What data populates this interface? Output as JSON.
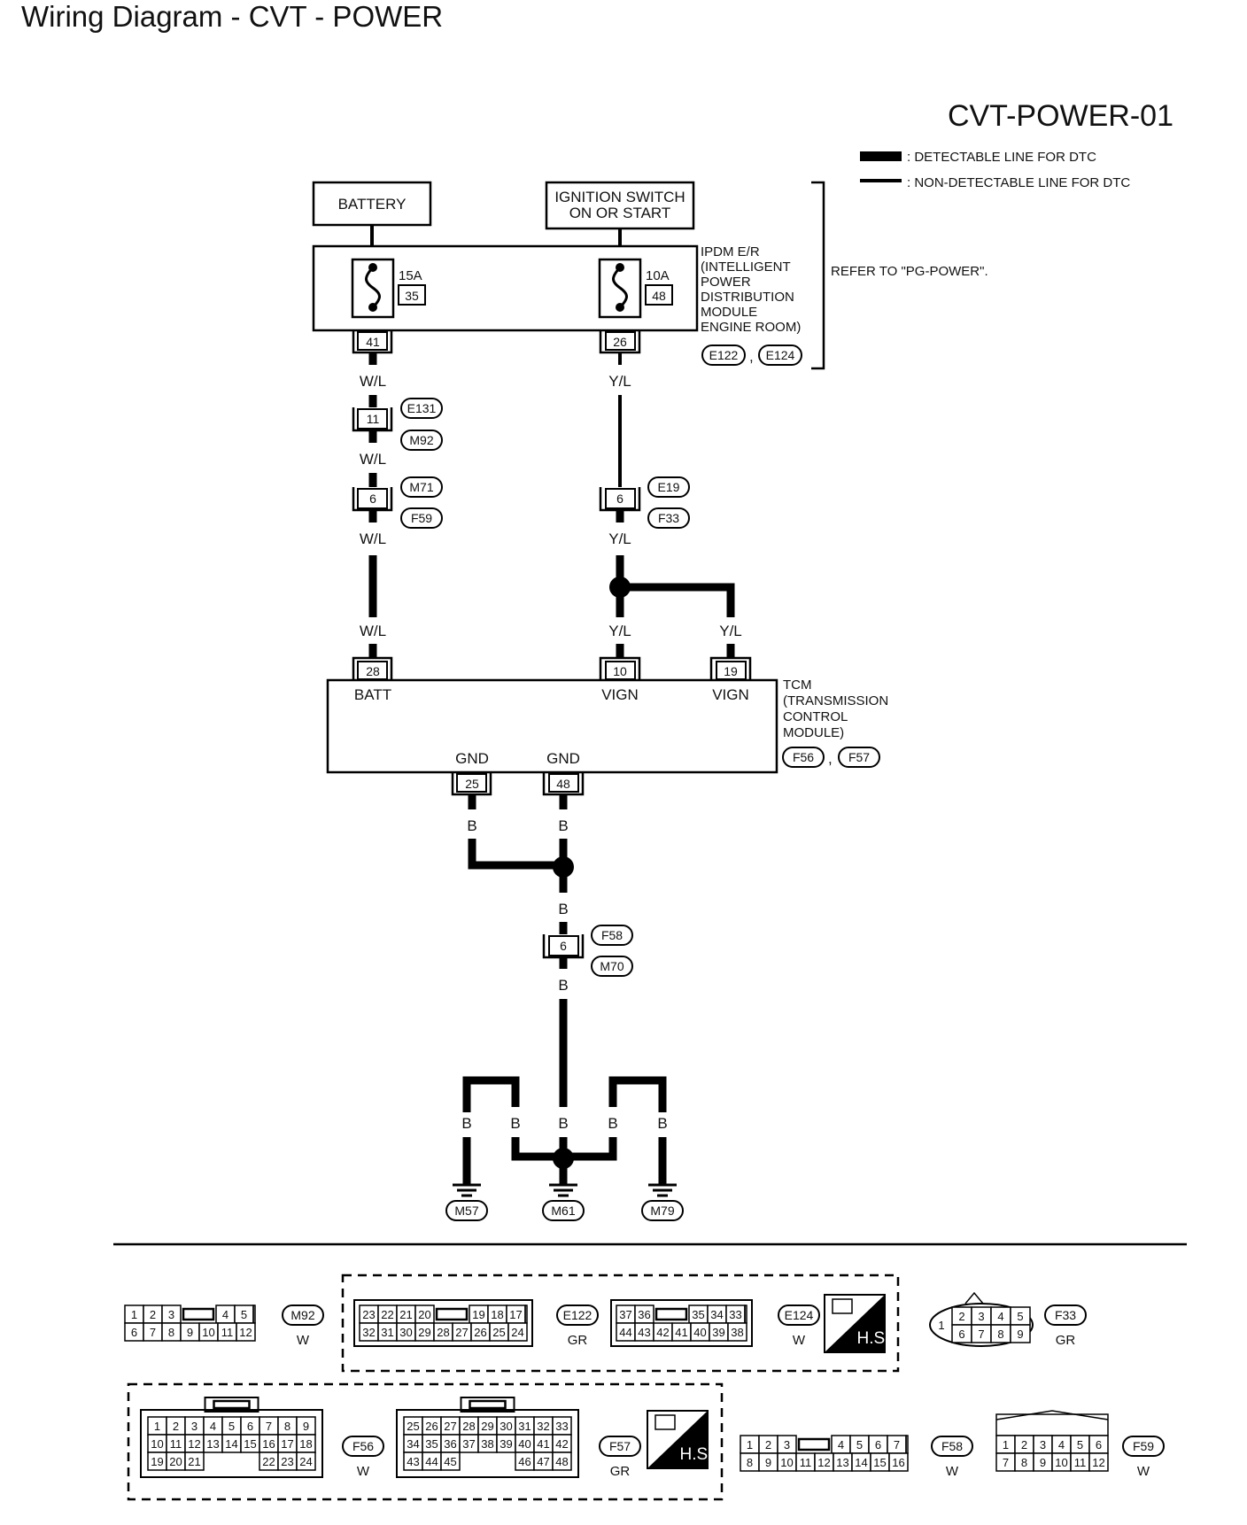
{
  "title": "Wiring Diagram - CVT - POWER",
  "diagram_id": "CVT-POWER-01",
  "legend": {
    "detectable": ": DETECTABLE LINE FOR DTC",
    "non_detectable": ": NON-DETECTABLE LINE FOR DTC"
  },
  "refer": "REFER TO \"PG-POWER\".",
  "battery": "BATTERY",
  "ignition": [
    "IGNITION SWITCH",
    "ON OR START"
  ],
  "ipdm": {
    "label": [
      "IPDM E/R",
      "(INTELLIGENT",
      "POWER",
      "DISTRIBUTION",
      "MODULE",
      "ENGINE ROOM)"
    ],
    "connectors": [
      "E122",
      "E124"
    ],
    "fuse_a": {
      "rating": "15A",
      "number": "35",
      "pin": "41"
    },
    "fuse_b": {
      "rating": "10A",
      "number": "48",
      "pin": "26"
    }
  },
  "wires": {
    "wl": "W/L",
    "yl": "Y/L",
    "b": "B"
  },
  "joints": {
    "j1": {
      "pin": "11",
      "top": "E131",
      "bottom": "M92"
    },
    "j2": {
      "pin": "6",
      "top": "M71",
      "bottom": "F59"
    },
    "j3": {
      "pin": "6",
      "top": "E19",
      "bottom": "F33"
    },
    "j4": {
      "pin": "6",
      "top": "F58",
      "bottom": "M70"
    }
  },
  "tcm": {
    "label": [
      "TCM",
      "(TRANSMISSION",
      "CONTROL",
      "MODULE)"
    ],
    "connectors": [
      "F56",
      "F57"
    ],
    "pins": [
      {
        "pin": "28",
        "name": "BATT"
      },
      {
        "pin": "10",
        "name": "VIGN"
      },
      {
        "pin": "19",
        "name": "VIGN"
      },
      {
        "pin": "25",
        "name": "GND"
      },
      {
        "pin": "48",
        "name": "GND"
      }
    ]
  },
  "grounds": [
    "M57",
    "M61",
    "M79"
  ],
  "connector_views": {
    "m92": {
      "id": "M92",
      "color": "W",
      "rows": [
        [
          "1",
          "2",
          "3",
          "",
          "4",
          "5"
        ],
        [
          "6",
          "7",
          "8",
          "9",
          "10",
          "11",
          "12"
        ]
      ]
    },
    "e122": {
      "id": "E122",
      "color": "GR",
      "rows": [
        [
          "23",
          "22",
          "21",
          "20",
          "",
          "19",
          "18",
          "17"
        ],
        [
          "32",
          "31",
          "30",
          "29",
          "28",
          "27",
          "26",
          "25",
          "24"
        ]
      ]
    },
    "e124": {
      "id": "E124",
      "color": "W",
      "rows": [
        [
          "37",
          "36",
          "",
          "35",
          "34",
          "33"
        ],
        [
          "44",
          "43",
          "42",
          "41",
          "40",
          "39",
          "38"
        ]
      ]
    },
    "f33": {
      "id": "F33",
      "color": "GR",
      "rows": [
        [
          "1"
        ],
        [
          "2",
          "3",
          "4",
          "5"
        ],
        [
          "6",
          "7",
          "8",
          "9"
        ]
      ]
    },
    "f56": {
      "id": "F56",
      "color": "W",
      "rows": [
        [
          "1",
          "2",
          "3",
          "4",
          "5",
          "6",
          "7",
          "8",
          "9"
        ],
        [
          "10",
          "11",
          "12",
          "13",
          "14",
          "15",
          "16",
          "17",
          "18"
        ],
        [
          "19",
          "20",
          "21",
          "22",
          "23",
          "24"
        ]
      ]
    },
    "f57": {
      "id": "F57",
      "color": "GR",
      "rows": [
        [
          "25",
          "26",
          "27",
          "28",
          "29",
          "30",
          "31",
          "32",
          "33"
        ],
        [
          "34",
          "35",
          "36",
          "37",
          "38",
          "39",
          "40",
          "41",
          "42"
        ],
        [
          "43",
          "44",
          "45",
          "46",
          "47",
          "48"
        ]
      ]
    },
    "f58": {
      "id": "F58",
      "color": "W",
      "rows": [
        [
          "1",
          "2",
          "3",
          "",
          "4",
          "5",
          "6",
          "7"
        ],
        [
          "8",
          "9",
          "10",
          "11",
          "12",
          "13",
          "14",
          "15",
          "16"
        ]
      ]
    },
    "f59": {
      "id": "F59",
      "color": "W",
      "rows": [
        [
          "1",
          "2",
          "3",
          "4",
          "5",
          "6"
        ],
        [
          "7",
          "8",
          "9",
          "10",
          "11",
          "12"
        ]
      ]
    }
  },
  "hs_label": "H.S."
}
